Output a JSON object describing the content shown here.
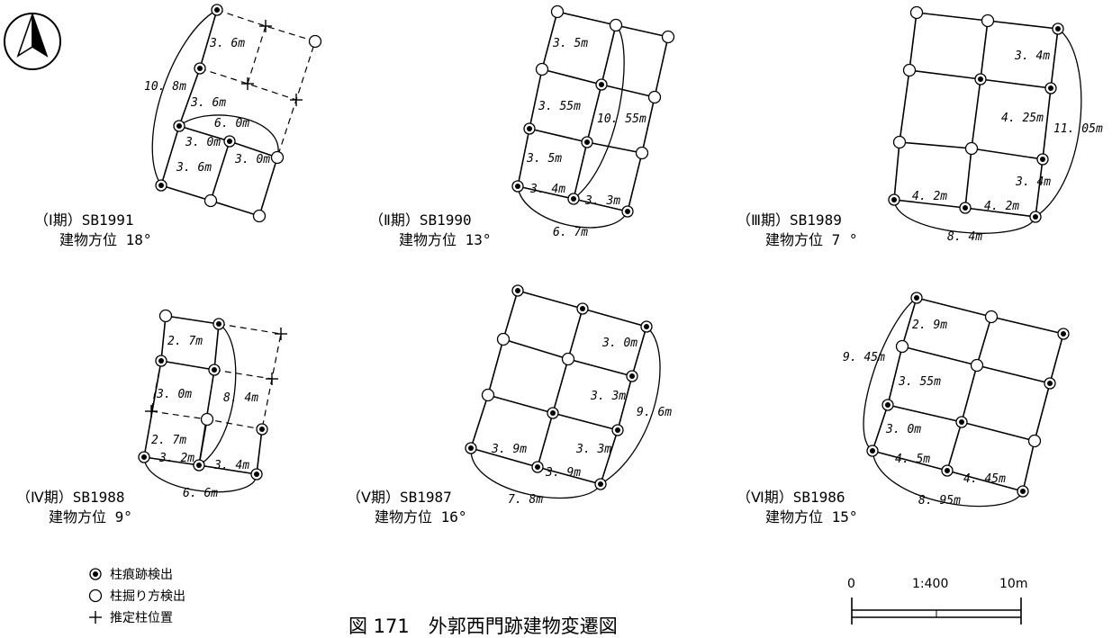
{
  "north_icon": "north-arrow-icon",
  "caption": "図 171　外郭西門跡建物変遷図",
  "legend": {
    "dotted": "柱痕跡検出",
    "open": "柱掘り方検出",
    "cross": "推定柱位置"
  },
  "scale": {
    "zero": "0",
    "ratio": "1:400",
    "ten": "10m"
  },
  "buildings": [
    {
      "label": "（Ⅰ期）SB1991",
      "orientation": "建物方位 18°",
      "dims": [
        "3. 6m",
        "3. 6m",
        "10. 8m",
        "6. 0m",
        "3. 0m",
        "3. 0m",
        "3. 6m"
      ]
    },
    {
      "label": "（Ⅱ期）SB1990",
      "orientation": "建物方位 13°",
      "dims": [
        "3. 5m",
        "3. 55m",
        "10. 55m",
        "3. 5m",
        "3. 4m",
        "3. 3m",
        "6. 7m"
      ]
    },
    {
      "label": "（Ⅲ期）SB1989",
      "orientation": "建物方位 7 °",
      "dims": [
        "3. 4m",
        "4. 25m",
        "11. 05m",
        "3. 4m",
        "4. 2m",
        "4. 2m",
        "8. 4m"
      ]
    },
    {
      "label": "（Ⅳ期）SB1988",
      "orientation": "建物方位 9°",
      "dims": [
        "2. 7m",
        "3. 0m",
        "8. 4m",
        "2. 7m",
        "3. 2m",
        "3. 4m",
        "6. 6m"
      ]
    },
    {
      "label": "（Ⅴ期）SB1987",
      "orientation": "建物方位 16°",
      "dims": [
        "3. 0m",
        "3. 3m",
        "9. 6m",
        "3. 3m",
        "3. 9m",
        "3. 9m",
        "7. 8m"
      ]
    },
    {
      "label": "（Ⅵ期）SB1986",
      "orientation": "建物方位 15°",
      "dims": [
        "2. 9m",
        "9. 45m",
        "3. 55m",
        "3. 0m",
        "4. 5m",
        "4. 45m",
        "8. 95m"
      ]
    }
  ]
}
